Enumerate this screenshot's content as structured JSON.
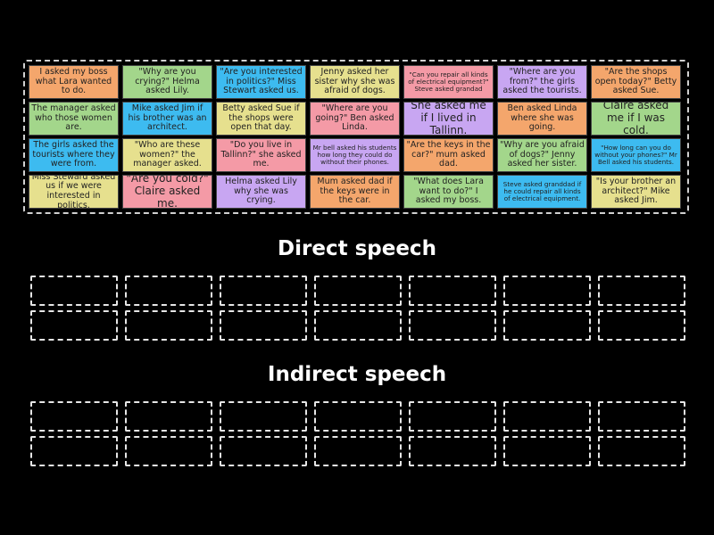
{
  "colors": {
    "orange": "#f4a66c",
    "green": "#a3d68b",
    "blue": "#3dbbf0",
    "yellow": "#e6e08e",
    "pink": "#f49aa6",
    "purple": "#c8a6f2",
    "teal": "#6ed9c3"
  },
  "cards": [
    {
      "text": "I asked my boss what Lara wanted to do.",
      "color": "orange"
    },
    {
      "text": "\"Why are you crying?\" Helma asked Lily.",
      "color": "green"
    },
    {
      "text": "\"Are you interested in politics?\" Miss Stewart asked us.",
      "color": "blue"
    },
    {
      "text": "Jenny asked her sister why she was afraid of dogs.",
      "color": "yellow"
    },
    {
      "text": "\"Can you repair all kinds of electrical equipment?\" Steve asked grandad",
      "color": "pink",
      "size": "sm"
    },
    {
      "text": "\"Where are you from?\" the girls asked the tourists.",
      "color": "purple"
    },
    {
      "text": "\"Are the shops open today?\" Betty asked Sue.",
      "color": "orange"
    },
    {
      "text": "The manager asked who those women are.",
      "color": "green"
    },
    {
      "text": "Mike asked Jim if his brother was an architect.",
      "color": "blue"
    },
    {
      "text": "Betty asked Sue if the shops were open that day.",
      "color": "yellow"
    },
    {
      "text": "\"Where are you going?\" Ben asked Linda.",
      "color": "pink"
    },
    {
      "text": "She asked me if I lived in Tallinn.",
      "color": "purple",
      "size": "lg"
    },
    {
      "text": "Ben asked Linda where she was going.",
      "color": "orange"
    },
    {
      "text": "Claire asked me if I was cold.",
      "color": "green",
      "size": "lg"
    },
    {
      "text": "The girls asked the tourists where they were from.",
      "color": "blue"
    },
    {
      "text": "\"Who are these women?\" the manager asked.",
      "color": "yellow"
    },
    {
      "text": "\"Do you live in Tallinn?\" she asked me.",
      "color": "pink"
    },
    {
      "text": "Mr bell asked his students how long they could do without their phones.",
      "color": "purple",
      "size": "sm"
    },
    {
      "text": "\"Are the keys in the car?\" mum asked dad.",
      "color": "orange"
    },
    {
      "text": "\"Why are you afraid of dogs?\" Jenny asked her sister.",
      "color": "green"
    },
    {
      "text": "\"How long can you do without your phones?\" Mr Bell asked his students.",
      "color": "blue",
      "size": "sm"
    },
    {
      "text": "Miss Steward asked us if we were interested in politics.",
      "color": "yellow"
    },
    {
      "text": "\"Are you cold?\" Claire asked me.",
      "color": "pink",
      "size": "lg"
    },
    {
      "text": "Helma asked Lily why she was crying.",
      "color": "purple"
    },
    {
      "text": "Mum asked dad if the keys were in the car.",
      "color": "orange"
    },
    {
      "text": "\"What does Lara want to do?\" I asked my boss.",
      "color": "green"
    },
    {
      "text": "Steve asked granddad if he could repair all kinds of electrical equipment.",
      "color": "blue",
      "size": "sm"
    },
    {
      "text": "\"Is your brother an architect?\" Mike asked Jim.",
      "color": "yellow"
    }
  ],
  "groups": {
    "direct": {
      "title": "Direct speech",
      "slot_count": 14
    },
    "indirect": {
      "title": "Indirect speech",
      "slot_count": 14
    }
  }
}
